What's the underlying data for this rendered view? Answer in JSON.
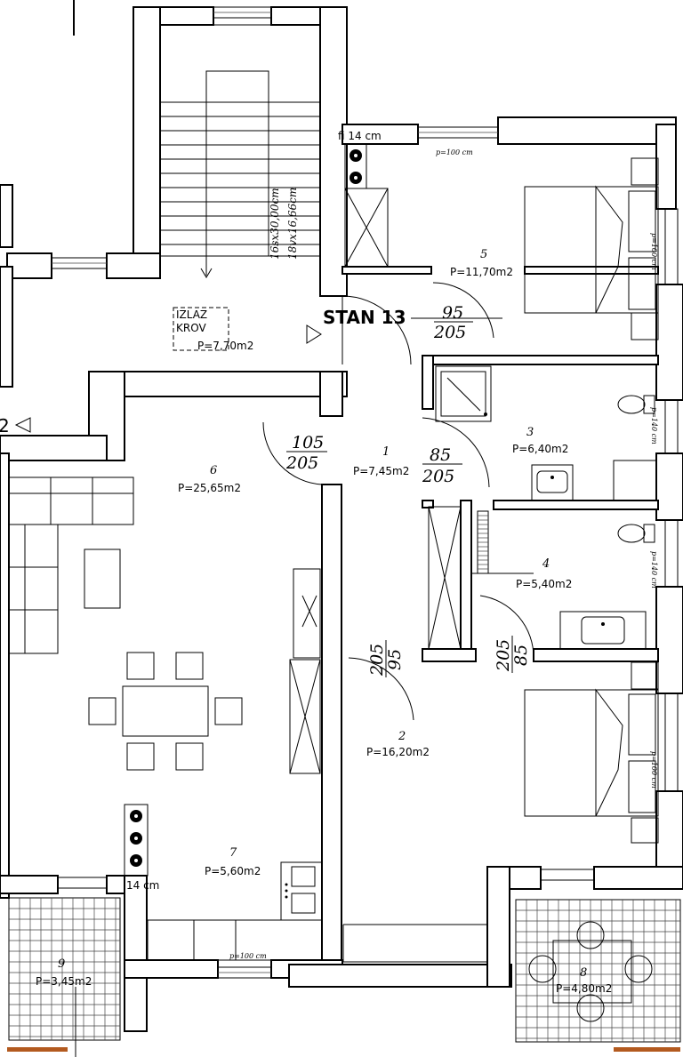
{
  "plan": {
    "apartment_title": "STAN 13",
    "chimney_top_label": "fi 14 cm",
    "chimney_bottom_label": "14 cm",
    "stair_tread": "16sx30,00cm",
    "stair_riser": "18vx16,66cm",
    "roof_exit_line1": "IZLAZ",
    "roof_exit_line2": "KROV",
    "neighbor_mark": "2",
    "rooms": [
      {
        "number": "5",
        "area": "P=11,70m2"
      },
      {
        "number": "3",
        "area": "P=6,40m2"
      },
      {
        "number": "4",
        "area": "P=5,40m2"
      },
      {
        "number": "6",
        "area": "P=25,65m2"
      },
      {
        "number": "1",
        "area": "P=7,45m2"
      },
      {
        "number": "2",
        "area": "P=16,20m2"
      },
      {
        "number": "7",
        "area": "P=5,60m2"
      },
      {
        "number": "9",
        "area": "P=3,45m2"
      },
      {
        "number": "8",
        "area": "P=4,80m2"
      },
      {
        "number": "",
        "area": "P=7,70m2"
      }
    ],
    "doors": [
      {
        "top": "95",
        "bottom": "205"
      },
      {
        "top": "105",
        "bottom": "205"
      },
      {
        "top": "85",
        "bottom": "205"
      },
      {
        "top": "205",
        "bottom": "95"
      },
      {
        "top": "205",
        "bottom": "85"
      }
    ],
    "windows": [
      "p=100 cm",
      "p=100 cm",
      "p=140 cm",
      "p=140 cm",
      "p=100 cm",
      "p=100 cm"
    ]
  }
}
